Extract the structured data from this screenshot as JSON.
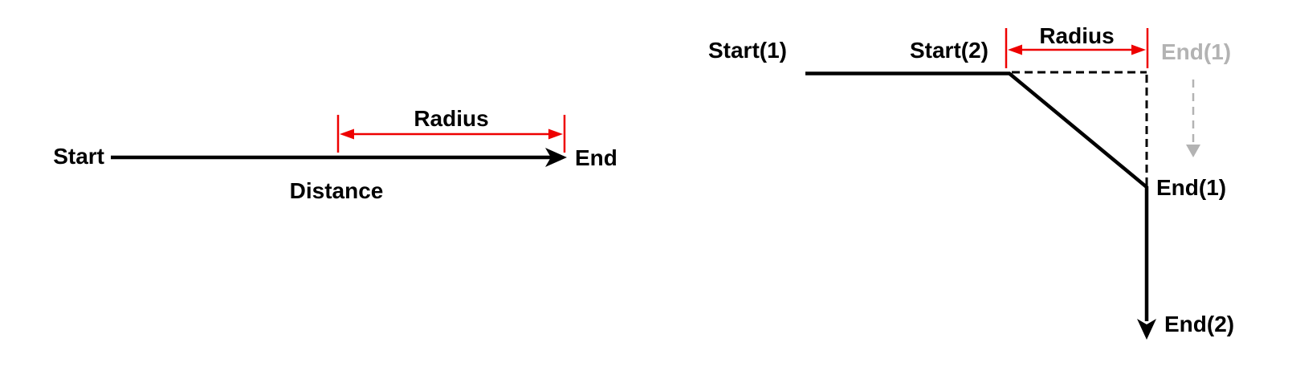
{
  "diagram_left": {
    "start_label": "Start",
    "end_label": "End",
    "radius_label": "Radius",
    "distance_label": "Distance"
  },
  "diagram_right": {
    "start1_label": "Start(1)",
    "start2_label": "Start(2)",
    "radius_label": "Radius",
    "end1_ghost_label": "End(1)",
    "end1_label": "End(1)",
    "end2_label": "End(2)"
  },
  "colors": {
    "line_black": "#000000",
    "accent_red": "#ee0000",
    "ghost_gray": "#b3b3b3",
    "background": "#ffffff"
  }
}
